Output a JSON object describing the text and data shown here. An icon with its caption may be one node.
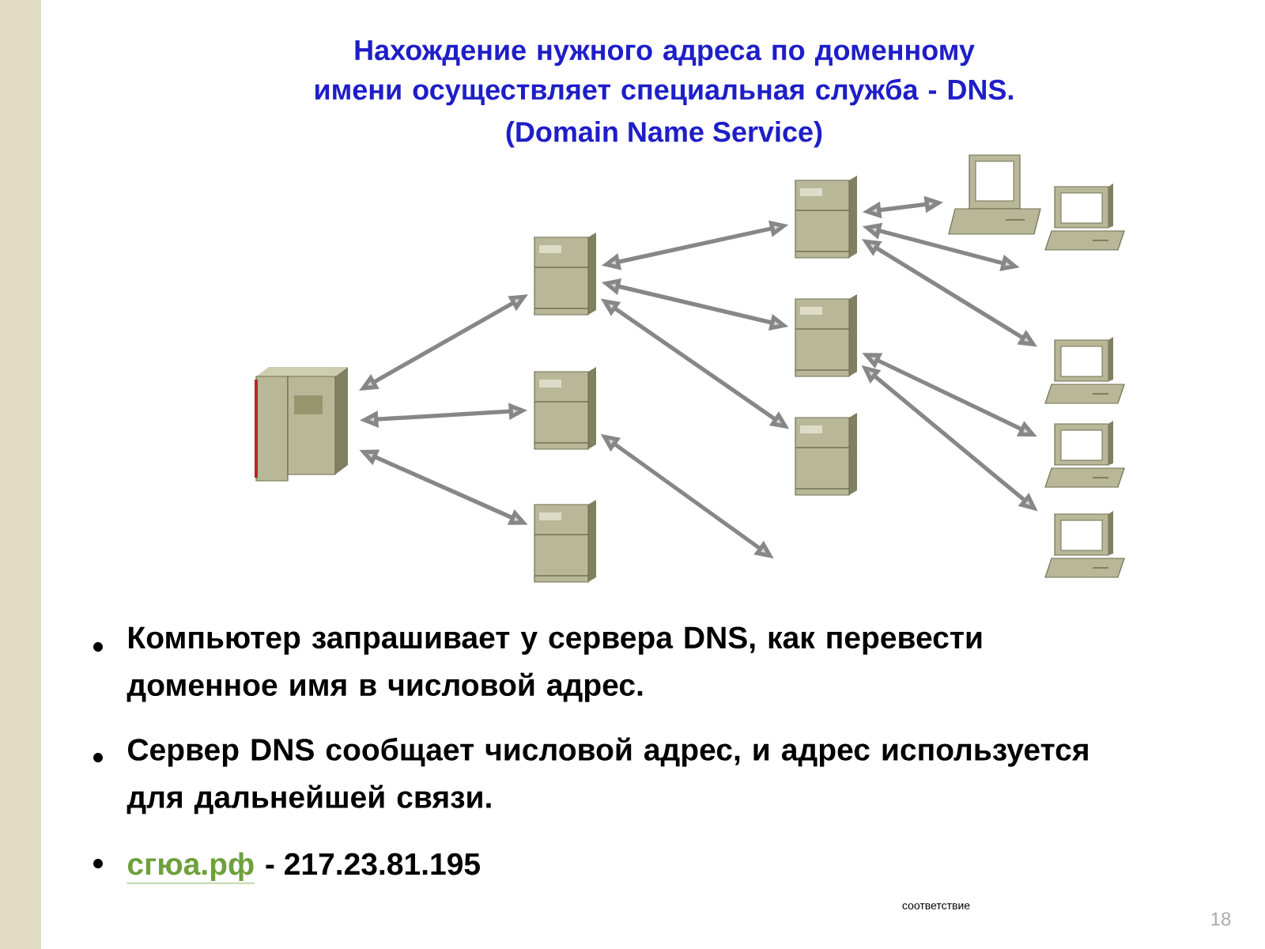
{
  "diagram": {
    "title": "Нахождение нужного адреса по доменному имени осуществляет специальная служба  - DNS.",
    "nodes": [
      {
        "text": [],
        "shape": "picture"
      },
      {
        "text": [],
        "shape": "picture"
      },
      {
        "text": [],
        "shape": "picture"
      },
      {
        "text": [],
        "shape": "picture"
      },
      {
        "text": [],
        "shape": "picture"
      },
      {
        "text": [],
        "shape": "picture"
      },
      {
        "text": [],
        "shape": "picture"
      },
      {
        "text": [],
        "shape": "picture"
      },
      {
        "text": [],
        "shape": "picture"
      },
      {
        "text": [],
        "shape": "picture"
      },
      {
        "text": [],
        "shape": "picture"
      },
      {
        "text": [],
        "shape": "picture"
      }
    ],
    "edges": [
      {
        "from": 0,
        "to": 1,
        "arrow": "both"
      },
      {
        "from": 0,
        "to": 2,
        "arrow": "both"
      },
      {
        "from": 0,
        "to": 3,
        "arrow": "both"
      },
      {
        "from": 1,
        "to": 4,
        "arrow": "both"
      },
      {
        "from": 1,
        "to": 5,
        "arrow": "both"
      },
      {
        "from": 1,
        "to": 6,
        "arrow": "both"
      },
      {
        "from": 2,
        "to": null,
        "arrow": "both"
      },
      {
        "from": 4,
        "to": 7,
        "arrow": "both"
      },
      {
        "from": 4,
        "to": null,
        "arrow": "both"
      },
      {
        "from": 4,
        "to": 9,
        "arrow": "both"
      },
      {
        "from": 5,
        "to": 10,
        "arrow": "both"
      },
      {
        "from": 5,
        "to": 11,
        "arrow": "both"
      }
    ],
    "labels": [
      "(Domain Name Service)",
      "Компьютер запрашивает у сервера DNS, как перевести доменное имя в числовой адрес.",
      "Сервер DNS сообщает числовой адрес, и адрес используется для дальнейшей связи.",
      "сгюа.рф",
      "- 217.23.81.195",
      "соответствие",
      "18"
    ]
  }
}
